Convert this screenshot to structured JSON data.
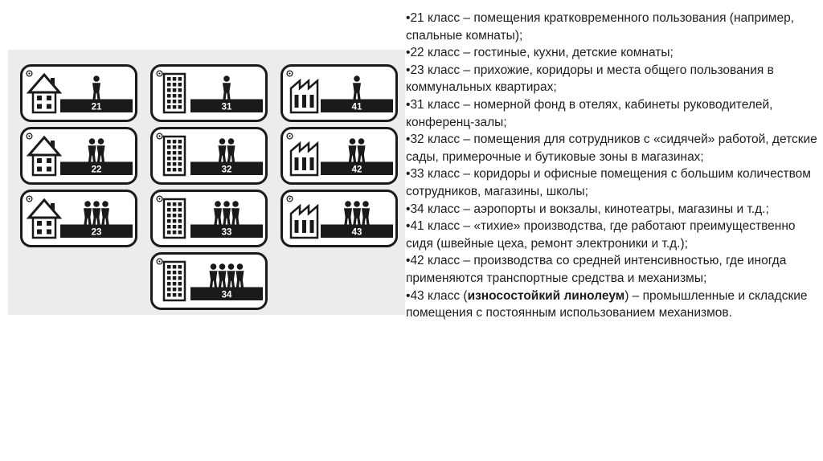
{
  "colors": {
    "ink": "#1a1a1a",
    "panel_background": "#ececec",
    "text": "#1d1d1d",
    "badge_background": "#ffffff",
    "number_text": "#ffffff"
  },
  "bullet_char": "•",
  "badges": {
    "columns": [
      {
        "building": "house",
        "items": [
          {
            "number": "21",
            "persons": 1
          },
          {
            "number": "22",
            "persons": 2
          },
          {
            "number": "23",
            "persons": 3
          }
        ]
      },
      {
        "building": "office",
        "items": [
          {
            "number": "31",
            "persons": 1
          },
          {
            "number": "32",
            "persons": 2
          },
          {
            "number": "33",
            "persons": 3
          },
          {
            "number": "34",
            "persons": 4
          }
        ]
      },
      {
        "building": "factory",
        "items": [
          {
            "number": "41",
            "persons": 1
          },
          {
            "number": "42",
            "persons": 2
          },
          {
            "number": "43",
            "persons": 3
          }
        ]
      }
    ]
  },
  "bullets": [
    {
      "segments": [
        {
          "text": "21 класс – помещения кратковременного пользования (например, спальные комнаты);",
          "bold": false
        }
      ]
    },
    {
      "segments": [
        {
          "text": "22 класс – гостиные, кухни, детские комнаты;",
          "bold": false
        }
      ]
    },
    {
      "segments": [
        {
          "text": "23 класс – прихожие, коридоры и места общего пользования в коммунальных квартирах;",
          "bold": false
        }
      ]
    },
    {
      "segments": [
        {
          "text": "31 класс – номерной фонд в отелях, кабинеты руководителей, конференц-залы;",
          "bold": false
        }
      ]
    },
    {
      "segments": [
        {
          "text": "32 класс – помещения для сотрудников с «сидячей» работой, детские сады, примерочные и бутиковые зоны в магазинах;",
          "bold": false
        }
      ]
    },
    {
      "segments": [
        {
          "text": "33 класс – коридоры и офисные помещения с большим количеством сотрудников, магазины, школы;",
          "bold": false
        }
      ]
    },
    {
      "segments": [
        {
          "text": "34 класс – аэропорты и вокзалы, кинотеатры, магазины и т.д.;",
          "bold": false
        }
      ]
    },
    {
      "segments": [
        {
          "text": "41 класс – «тихие» производства, где работают преимущественно сидя (швейные цеха, ремонт электроники и т.д.);",
          "bold": false
        }
      ]
    },
    {
      "segments": [
        {
          "text": "42 класс – производства со средней интенсивностью, где иногда применяются транспортные средства и механизмы;",
          "bold": false
        }
      ]
    },
    {
      "segments": [
        {
          "text": "43 класс (",
          "bold": false
        },
        {
          "text": "износостойкий линолеум",
          "bold": true
        },
        {
          "text": ") – промышленные и складские помещения с постоянным использованием механизмов.",
          "bold": false
        }
      ]
    }
  ]
}
